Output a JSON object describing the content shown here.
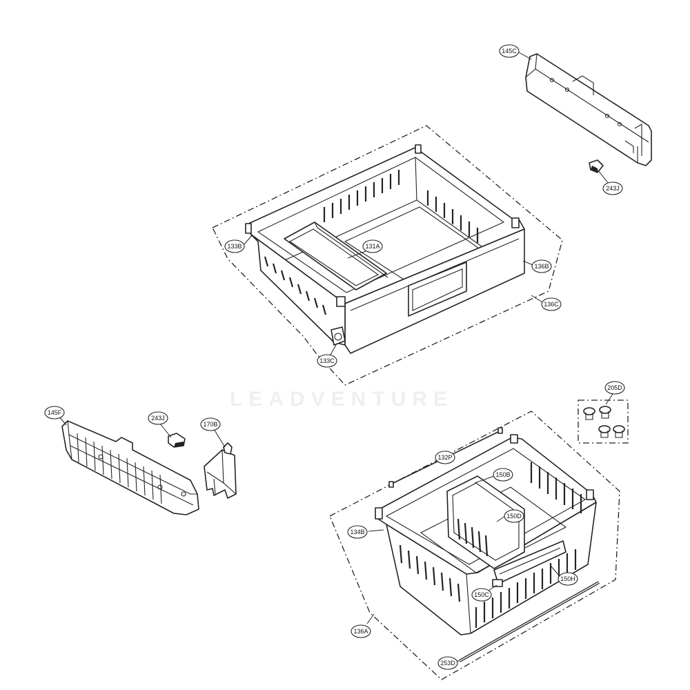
{
  "watermark": "LEADVENTURE",
  "labels": {
    "145C": "145C",
    "243J_top": "243J",
    "133B": "133B",
    "131A": "131A",
    "136B": "136B",
    "136C": "136C",
    "133C": "133C",
    "205D": "205D",
    "145F": "145F",
    "243J_left": "243J",
    "170B": "170B",
    "132P": "132P",
    "150B": "150B",
    "150D": "150D",
    "134B": "134B",
    "150H": "150H",
    "150C": "150C",
    "136A": "136A",
    "253D": "253D"
  }
}
